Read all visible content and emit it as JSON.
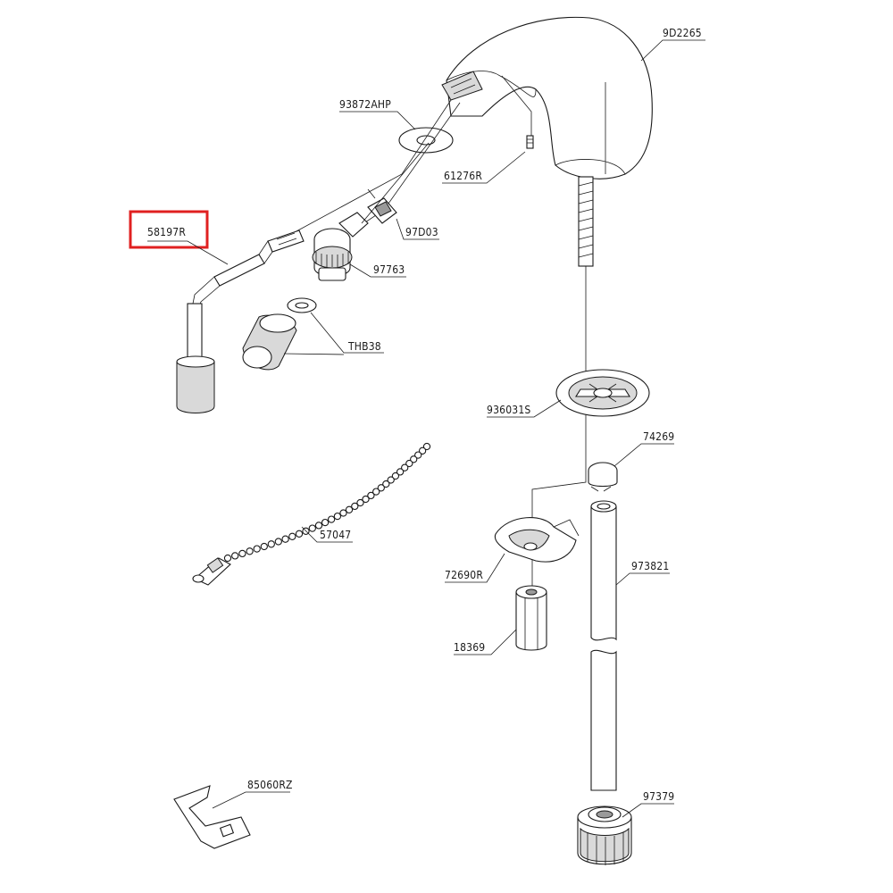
{
  "diagram": {
    "highlight_color": "#e02020",
    "highlighted_part": "58197R",
    "parts": {
      "spout": "9D2265",
      "sensor_gasket": "93872AHP",
      "screw": "61276R",
      "cable": "58197R",
      "connector": "97D03",
      "valve": "97763",
      "filter_housing": "THB38",
      "base_gasket": "936031S",
      "clip": "74269",
      "chain": "57047",
      "mount_bracket": "72690R",
      "nut": "18369",
      "supply_hose": "973821",
      "coupling": "97379",
      "key": "85060RZ"
    }
  }
}
